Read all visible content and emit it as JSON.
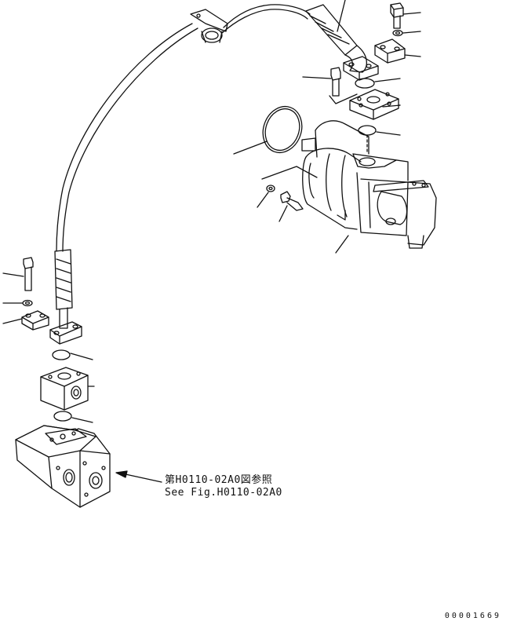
{
  "reference": {
    "japanese": "第H0110-02A0図参照",
    "english": "See Fig.H0110-02A0"
  },
  "page_number": "00001669"
}
